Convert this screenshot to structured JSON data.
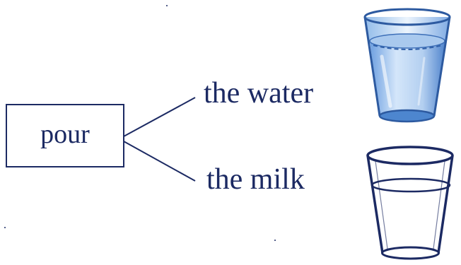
{
  "verb": {
    "text": "pour"
  },
  "objects": [
    {
      "text": "the water",
      "illustration": "glass-of-water-icon"
    },
    {
      "text": "the milk",
      "illustration": "glass-of-milk-icon"
    }
  ],
  "colors": {
    "ink": "#1c2a63",
    "water_fill": "#bcd5f0",
    "water_deep": "#5a8fd4",
    "milk_fill": "#ffffff"
  }
}
